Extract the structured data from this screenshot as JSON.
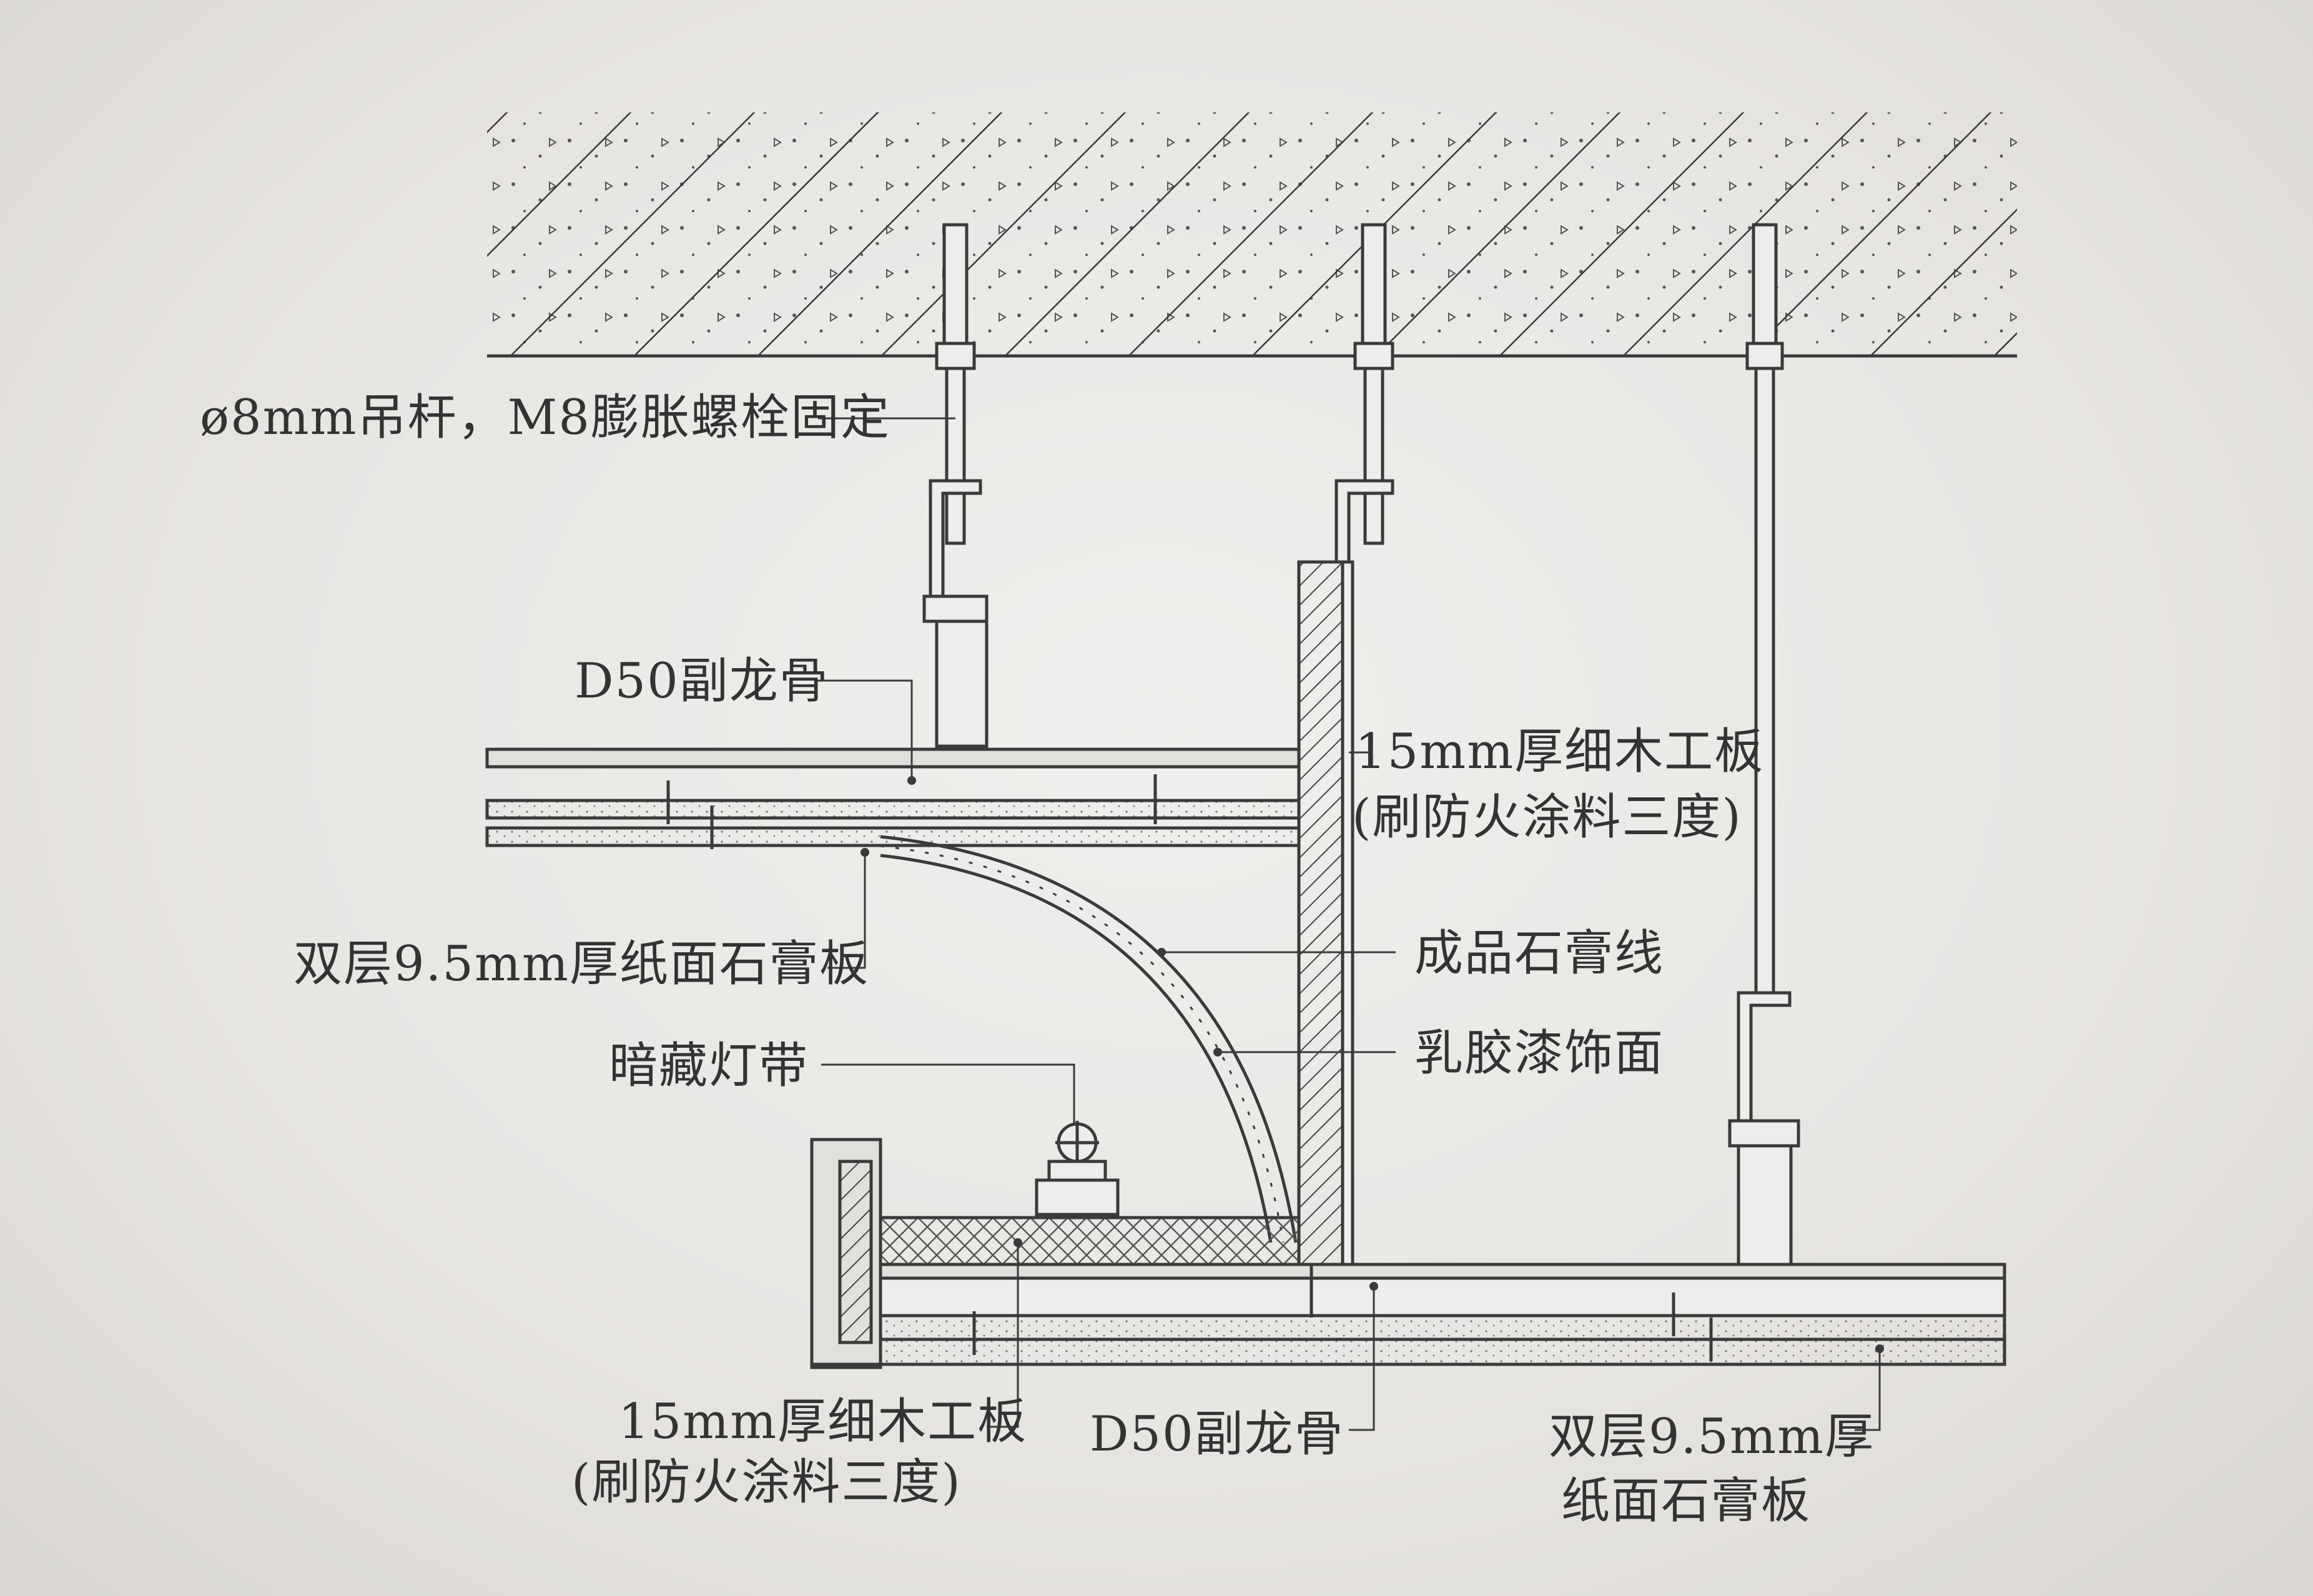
{
  "labels": {
    "hanger_rod": "ø8mm吊杆，M8膨胀螺栓固定",
    "d50_upper": "D50副龙骨",
    "board_upper_l1": "15mm厚细木工板",
    "board_upper_l2": "(刷防火涂料三度)",
    "gypsum_double_upper": "双层9.5mm厚纸面石膏板",
    "gypsum_molding": "成品石膏线",
    "latex_paint": "乳胶漆饰面",
    "hidden_light": "暗藏灯带",
    "board_lower_l1": "15mm厚细木工板",
    "board_lower_l2": "(刷防火涂料三度)",
    "d50_lower": "D50副龙骨",
    "gypsum_lower_l1": "双层9.5mm厚",
    "gypsum_lower_l2": "纸面石膏板"
  },
  "colors": {
    "line": "#3a3a3a",
    "paper": "#efedeb",
    "fill_light": "#e2e0dd"
  }
}
